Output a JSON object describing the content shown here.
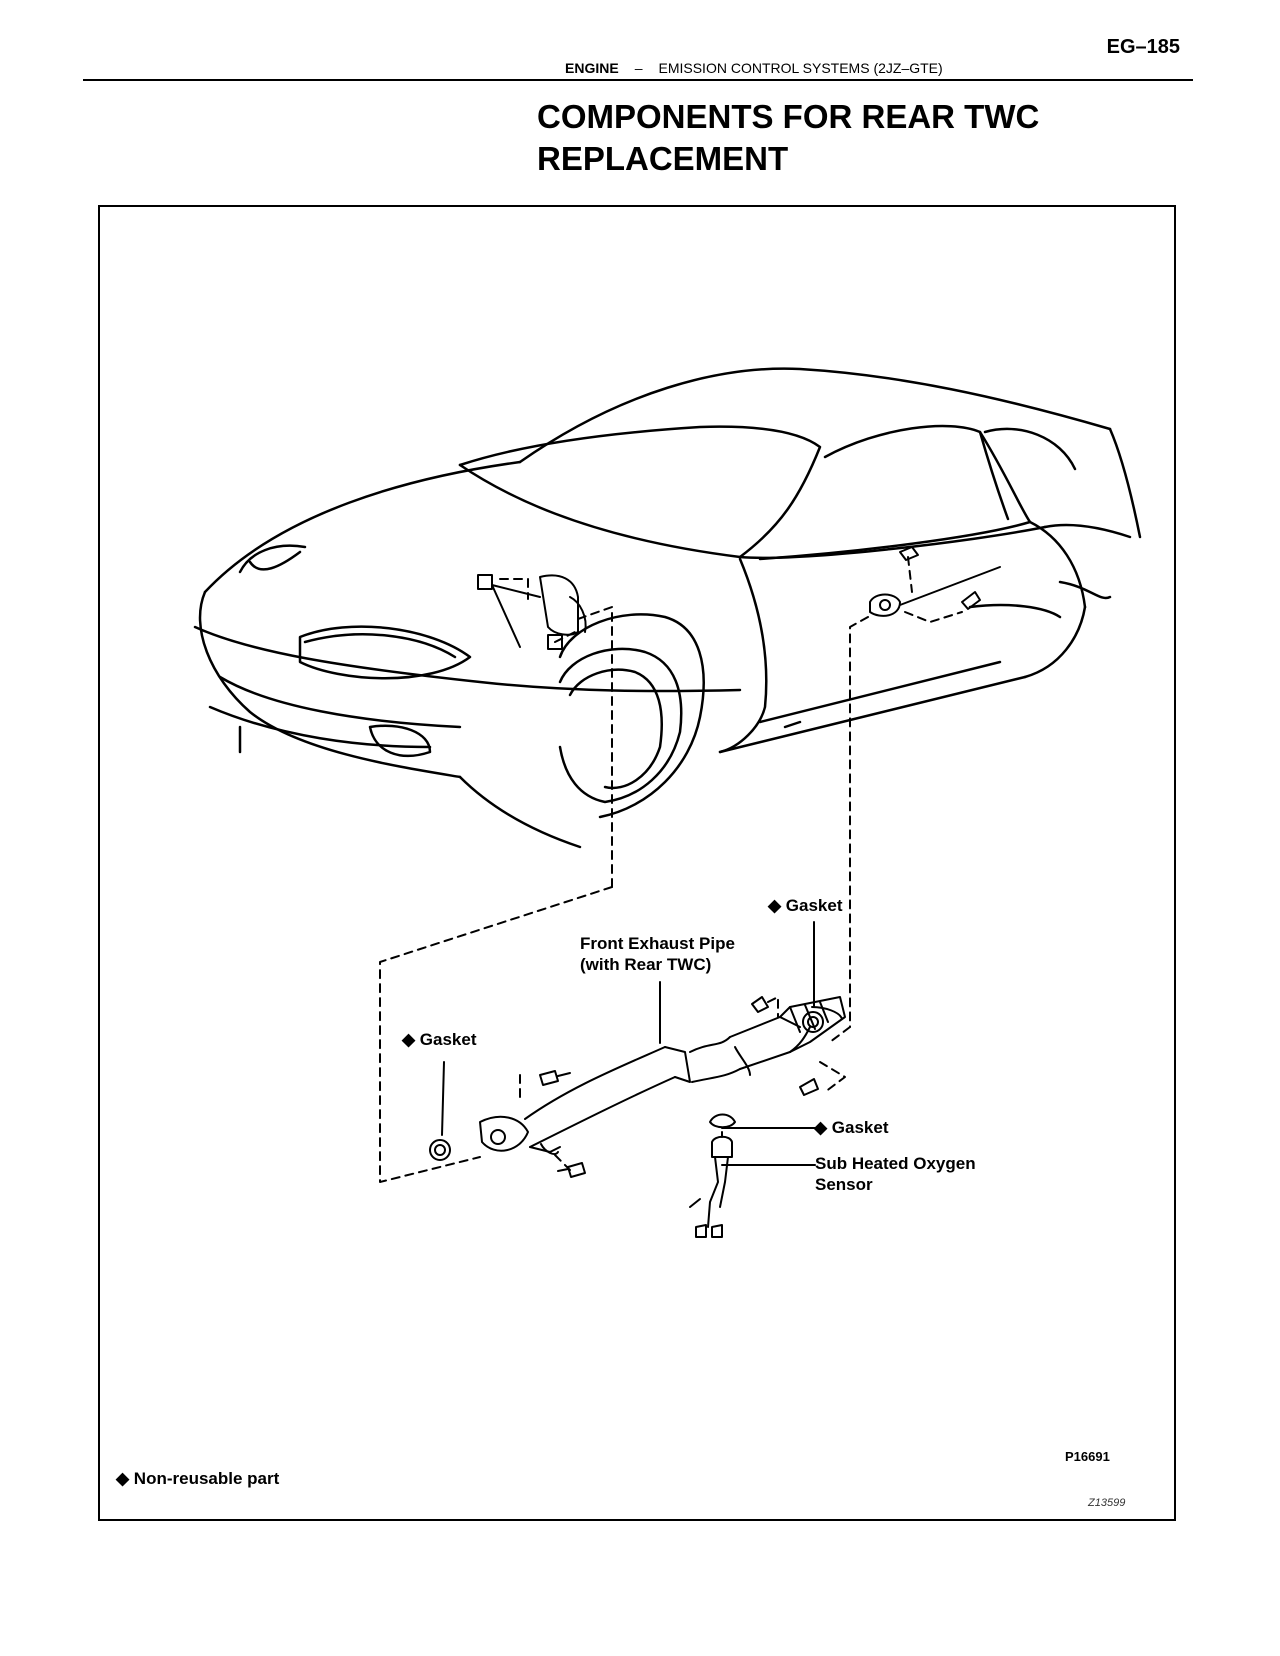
{
  "header": {
    "page_number": "EG–185",
    "section": "ENGINE",
    "separator": "–",
    "subsection": "EMISSION CONTROL SYSTEMS (2JZ–GTE)"
  },
  "title": {
    "line1": "COMPONENTS FOR REAR TWC",
    "line2": "REPLACEMENT"
  },
  "figure": {
    "labels": {
      "gasket_upper": "◆ Gasket",
      "pipe_line1": "Front Exhaust Pipe",
      "pipe_line2": "(with Rear TWC)",
      "gasket_left": "◆ Gasket",
      "gasket_sensor": "◆ Gasket",
      "sensor_line1": "Sub Heated Oxygen",
      "sensor_line2": "Sensor"
    },
    "code": "P16691",
    "code_small": "Z13599",
    "legend": "◆ Non-reusable part"
  }
}
